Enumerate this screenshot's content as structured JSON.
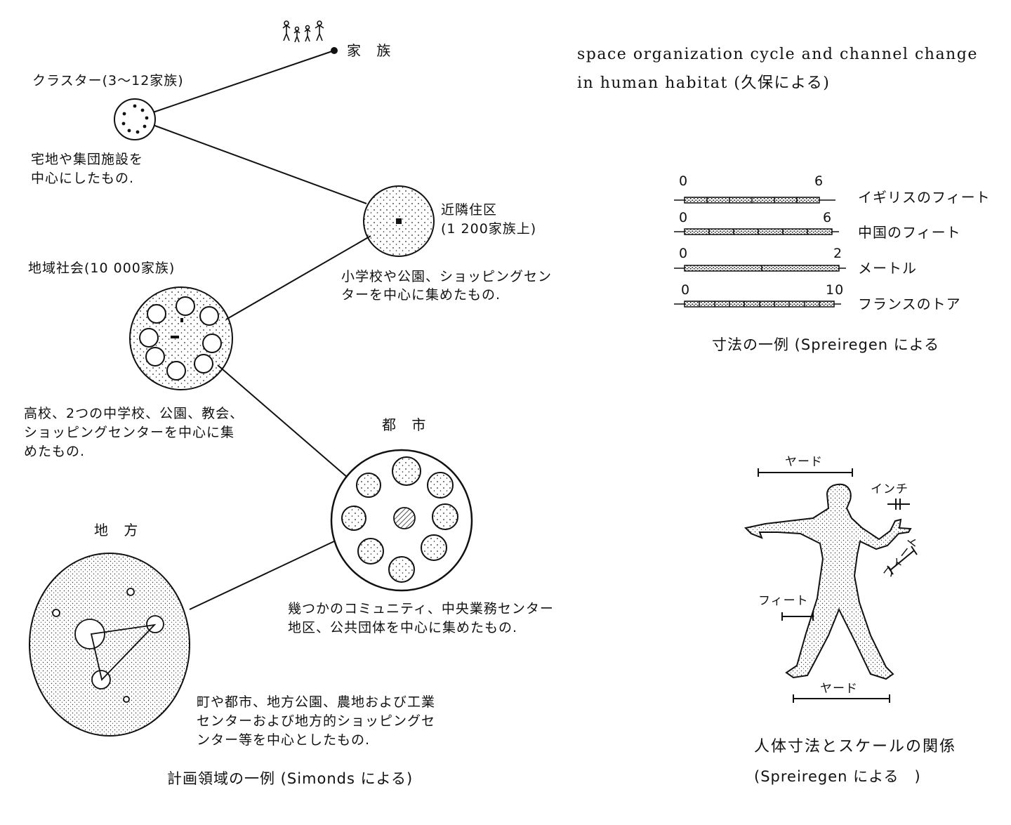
{
  "left_diagram": {
    "caption": "計画領域の一例 (Simonds による)",
    "levels": {
      "family": {
        "label": "家 族"
      },
      "cluster": {
        "label": "クラスター(3～12家族)",
        "desc": [
          "宅地や集団施設を",
          "中心にしたもの."
        ]
      },
      "neighborhood": {
        "label": [
          "近隣住区",
          "(1 200家族上)"
        ],
        "desc": [
          "小学校や公園、ショッピングセン",
          "ターを中心に集めたもの."
        ]
      },
      "community": {
        "label": "地域社会(10 000家族)",
        "desc": [
          "高校、2つの中学校、公園、教会、",
          "ショッピングセンターを中心に集",
          "めたもの."
        ]
      },
      "city": {
        "label": "都 市",
        "desc": [
          "幾つかのコミュニティ、中央業務センター",
          "地区、公共団体を中心に集めたもの."
        ]
      },
      "region": {
        "label": "地 方",
        "desc": [
          "町や都市、地方公園、農地および工業",
          "センターおよび地方的ショッピングセ",
          "ンター等を中心としたもの."
        ]
      }
    }
  },
  "title_en": [
    "space organization cycle and channel change",
    "in human habitat (久保による)"
  ],
  "scales": {
    "caption": "寸法の一例 (Spreiregen による",
    "rows": [
      {
        "start": "0",
        "end": "6",
        "label": "イギリスのフィート"
      },
      {
        "start": "0",
        "end": "6",
        "label": "中国のフィート"
      },
      {
        "start": "0",
        "end": "2",
        "label": "メートル"
      },
      {
        "start": "0",
        "end": "10",
        "label": "フランスのトア"
      }
    ]
  },
  "human_scale": {
    "labels": {
      "yard_top": "ヤード",
      "inch": "インチ",
      "foot_right": "フィート",
      "foot_left": "フィート",
      "yard_bottom": "ヤード"
    },
    "caption": [
      "人体寸法とスケールの関係",
      "(Spreiregen による　)"
    ]
  }
}
